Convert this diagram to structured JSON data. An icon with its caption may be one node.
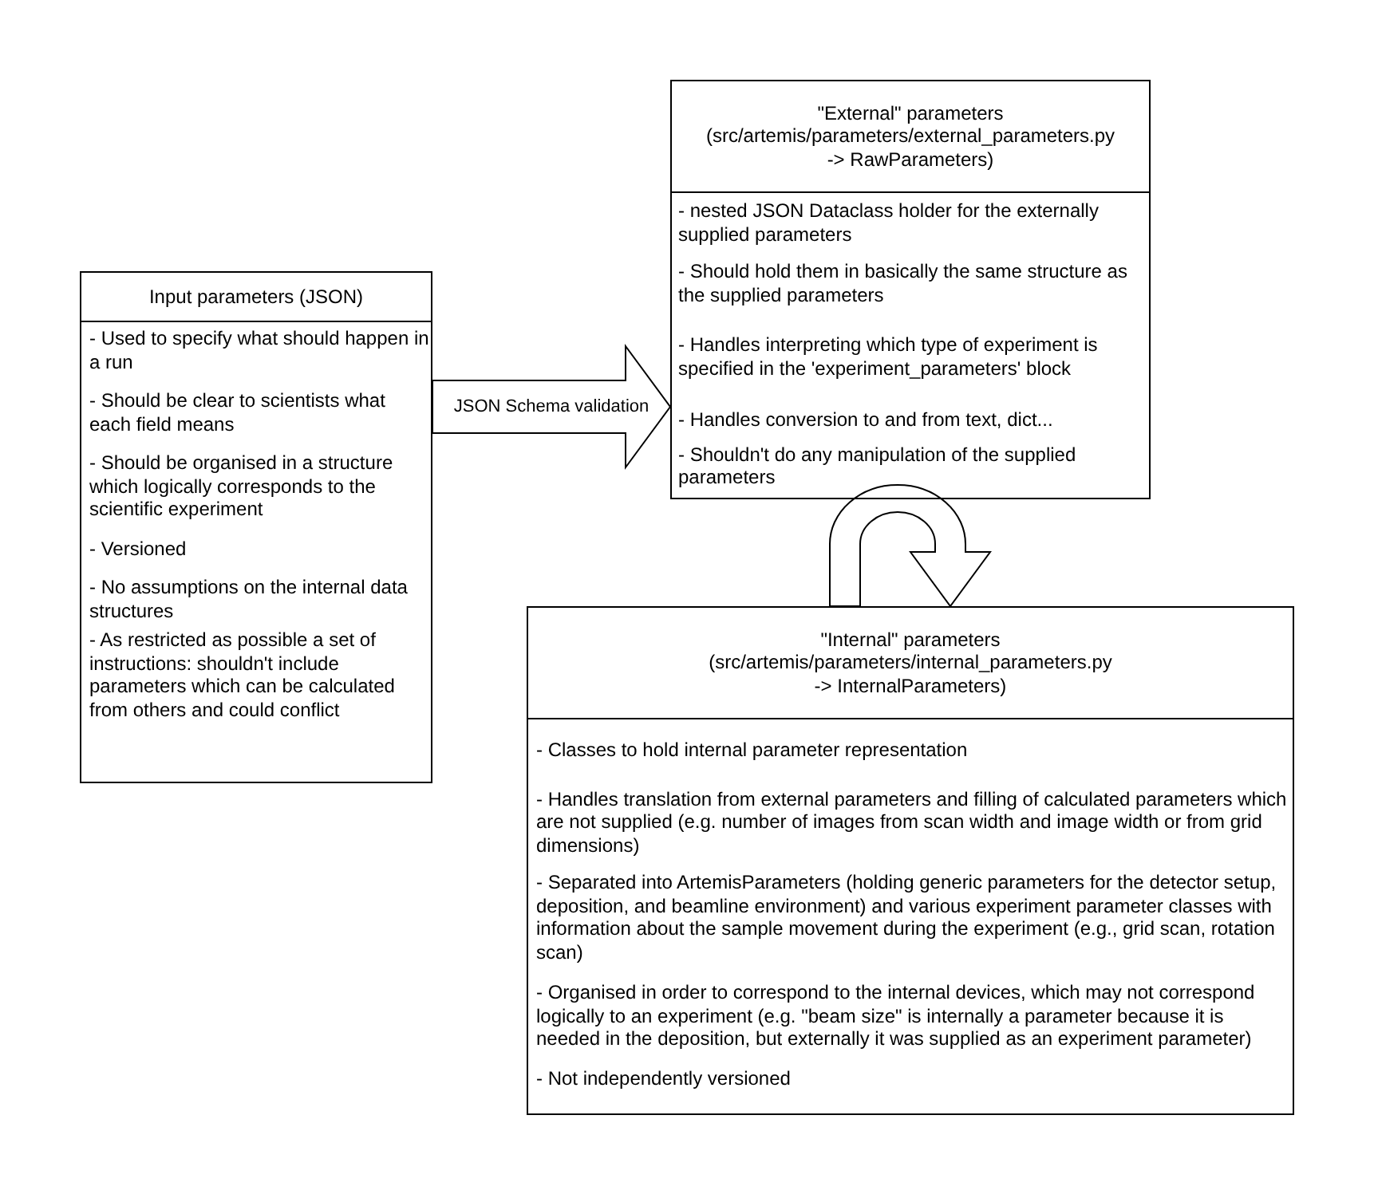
{
  "diagram": {
    "nodes": [
      {
        "text": [
          "Input parameters (JSON)",
          "- Used to specify what should happen in a run",
          "- Should be clear to scientists what each field means",
          "- Should be organised in a structure which logically corresponds to the scientific experiment",
          "- Versioned",
          "- No assumptions on the internal data structures",
          "- As restricted as possible a set of instructions: shouldn't include parameters which can be calculated from others and could conflict"
        ]
      },
      {
        "text": [
          "\"External\" parameters (src/artemis/parameters/external_parameters.py -> RawParameters)",
          "- nested JSON Dataclass holder for the externally supplied parameters",
          "- Should hold them in basically the same structure as the supplied parameters",
          "- Handles interpreting which type of experiment is specified in the 'experiment_parameters' block",
          "- Handles conversion to and from text, dict...",
          "- Shouldn't do any manipulation of the supplied parameters"
        ]
      },
      {
        "text": [
          "\"Internal\" parameters (src/artemis/parameters/internal_parameters.py -> InternalParameters)",
          "- Classes to hold internal parameter representation",
          "- Handles translation from external parameters and filling of calculated parameters which are not supplied (e.g. number of images from scan width and image width or from grid dimensions)",
          "- Separated into ArtemisParameters (holding generic parameters for the detector setup, deposition, and beamline environment) and various experiment parameter classes with information about the sample movement during the experiment (e.g., grid scan, rotation scan)",
          "- Organised in order to correspond to the internal devices, which may not correspond logically to an experiment (e.g. \"beam size\" is internally a parameter because it is needed in the deposition, but externally it was supplied as an experiment parameter)",
          "- Not independently versioned"
        ]
      }
    ],
    "edges": [
      {
        "from": 0,
        "to": 1,
        "arrow": "to",
        "label": "JSON Schema validation"
      },
      {
        "from": 1,
        "to": 2,
        "arrow": "to"
      }
    ]
  }
}
